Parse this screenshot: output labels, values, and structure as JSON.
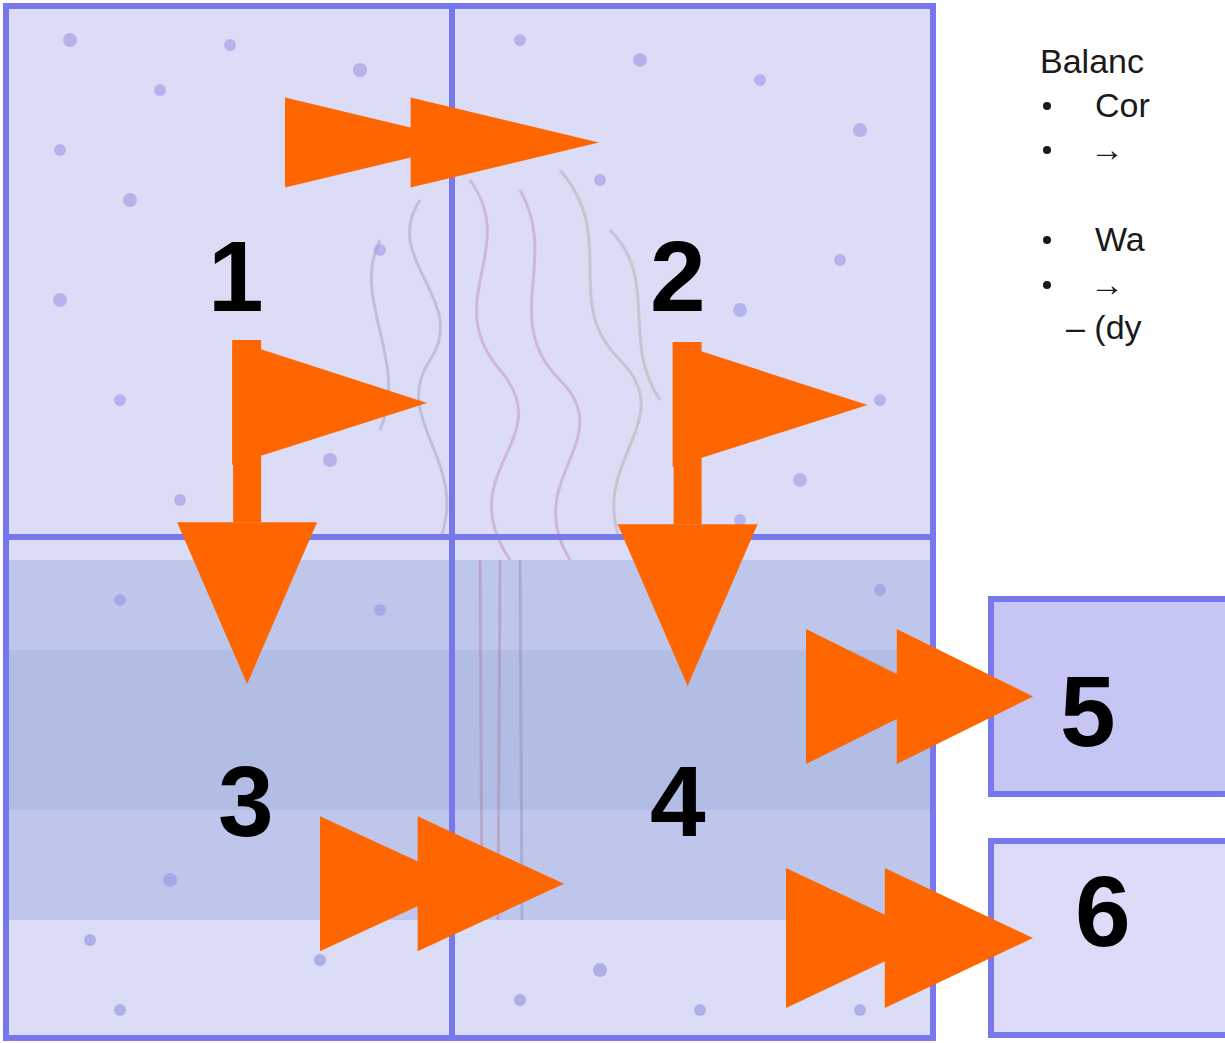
{
  "diagram": {
    "nodes": [
      {
        "text": [
          "1"
        ]
      },
      {
        "text": [
          "2"
        ]
      },
      {
        "text": [
          "3"
        ]
      },
      {
        "text": [
          "4"
        ]
      },
      {
        "text": [
          "5"
        ]
      },
      {
        "text": [
          "6"
        ]
      }
    ],
    "edges": [
      {
        "from": 0,
        "to": 1,
        "arrow": "to"
      },
      {
        "from": 0,
        "to": 2,
        "arrow": "to"
      },
      {
        "from": 1,
        "to": 3,
        "arrow": "to"
      },
      {
        "from": 2,
        "to": 3,
        "arrow": "to"
      },
      {
        "from": 3,
        "to": 4,
        "arrow": "to"
      },
      {
        "from": 3,
        "to": 5,
        "arrow": "to"
      }
    ],
    "labels": [
      "Balanc",
      "Cor",
      "→",
      "Wa",
      "→",
      "– (dy"
    ]
  }
}
